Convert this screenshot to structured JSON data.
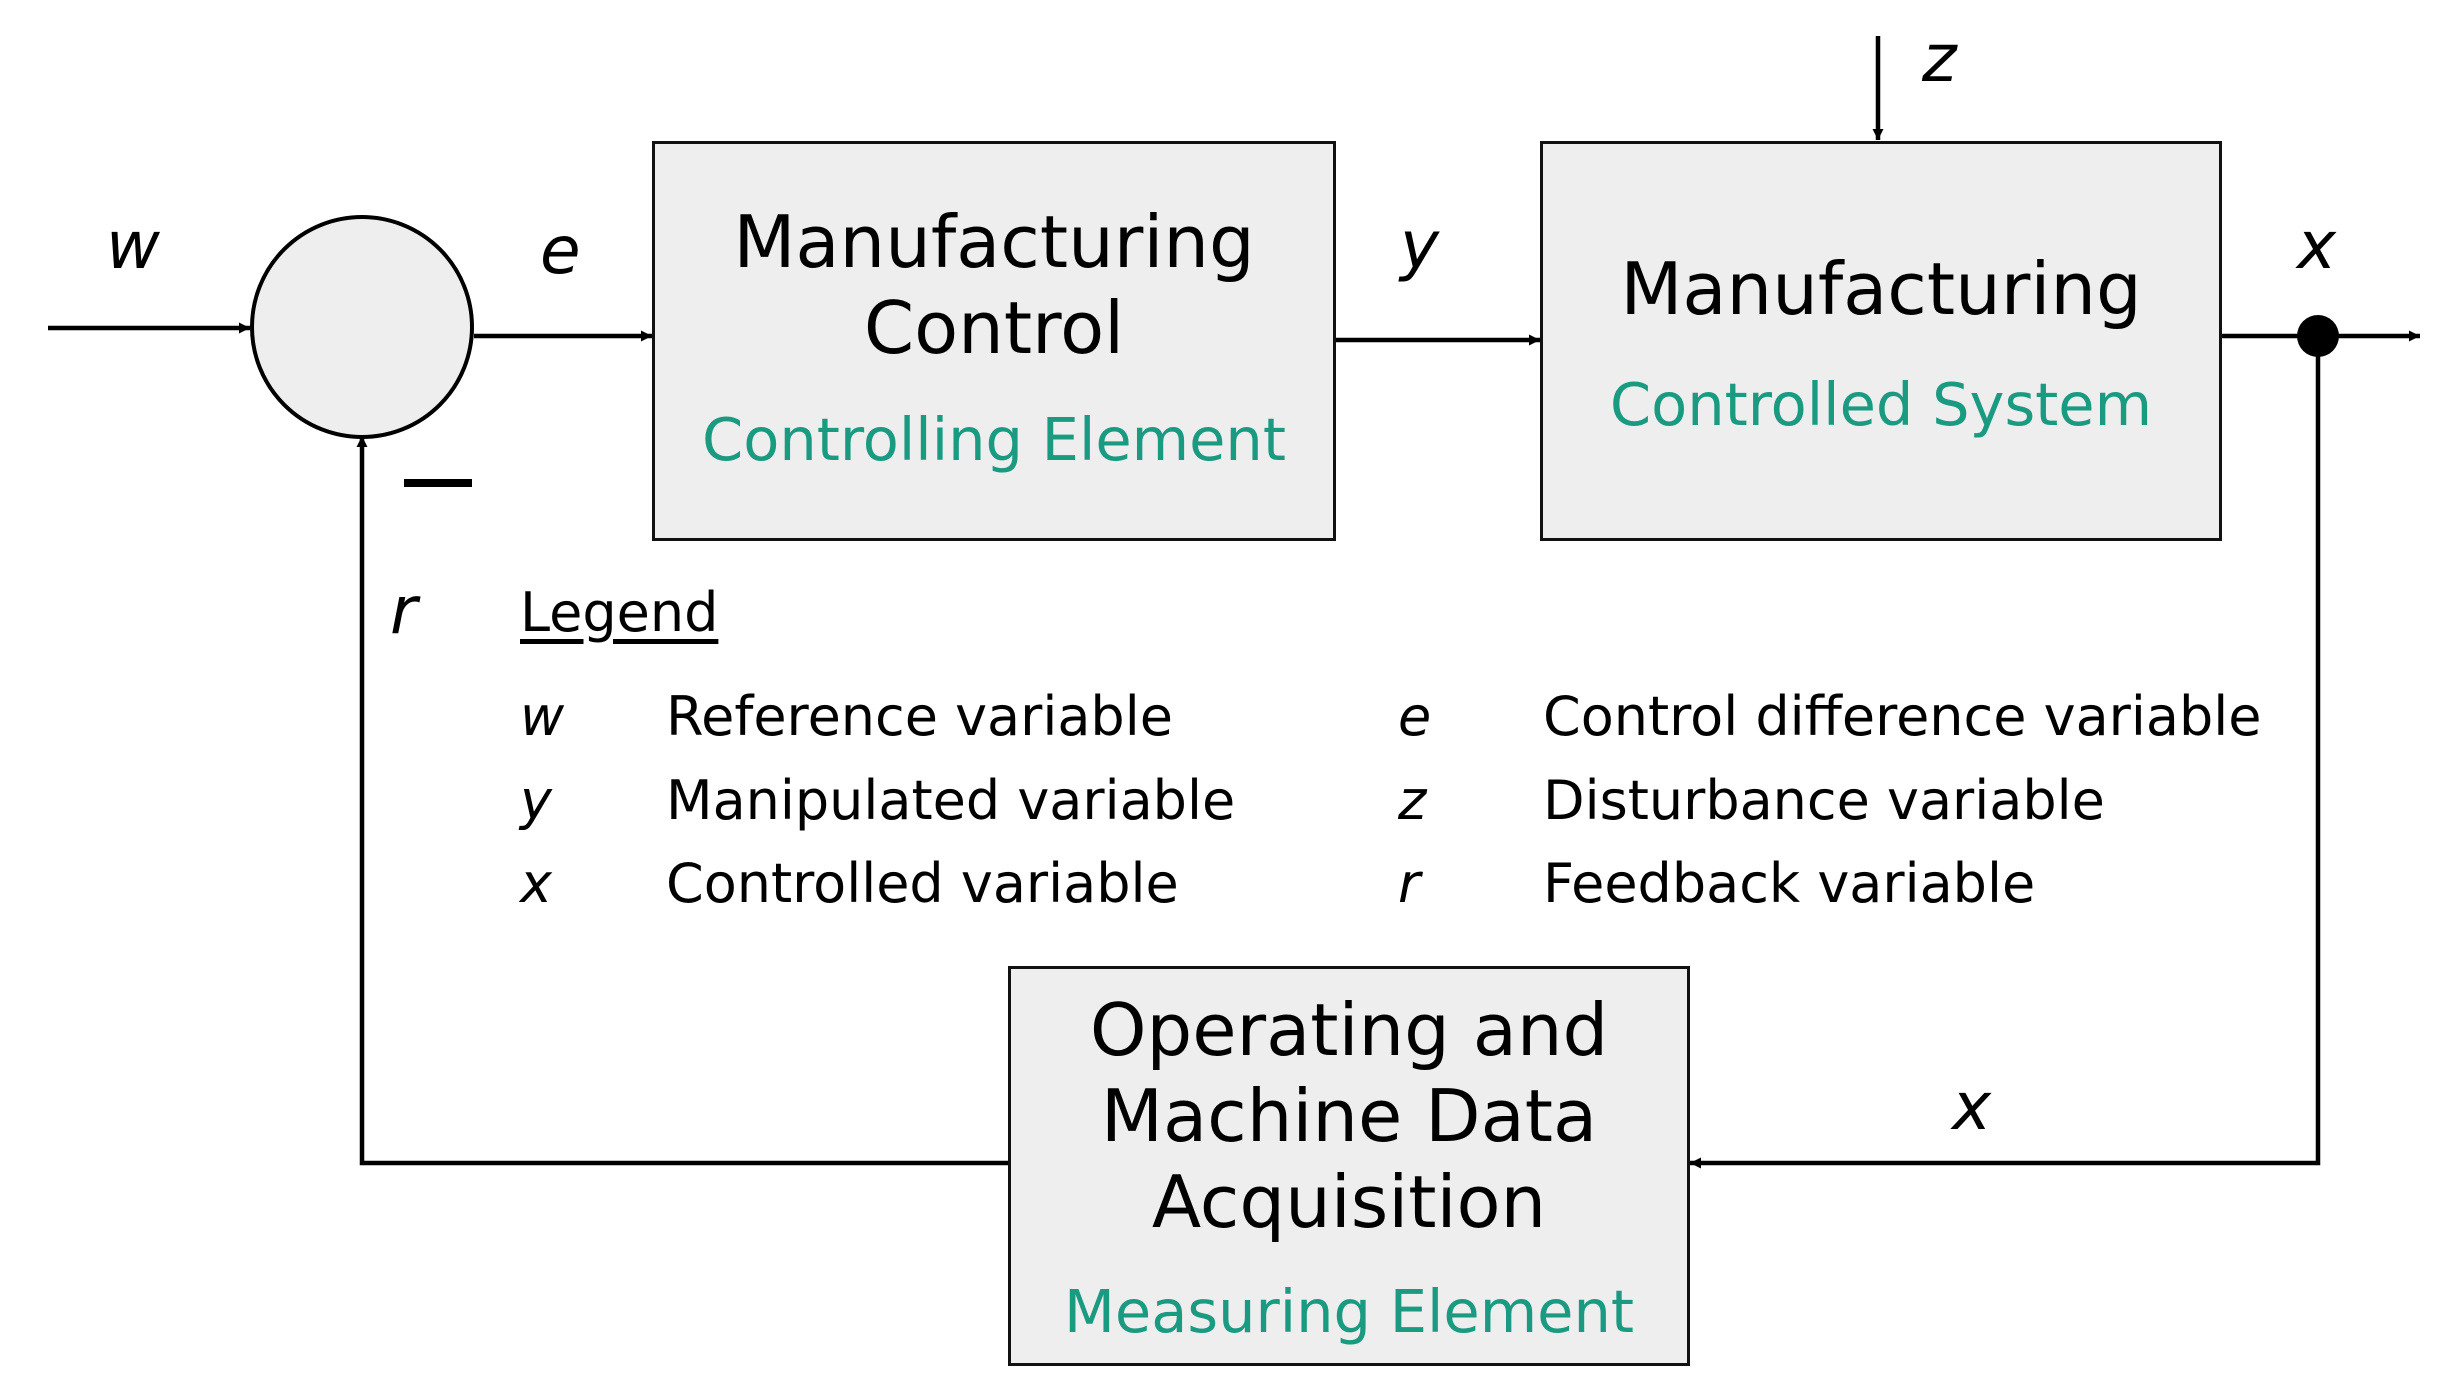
{
  "colors": {
    "box_fill": "#eeeeee",
    "accent_text": "#1a9a80",
    "stroke": "#000000"
  },
  "blocks": {
    "controller": {
      "title_line1": "Manufacturing",
      "title_line2": "Control",
      "role": "Controlling Element"
    },
    "plant": {
      "title": "Manufacturing",
      "role": "Controlled System"
    },
    "sensor": {
      "title_line1": "Operating and",
      "title_line2": "Machine Data",
      "title_line3": "Acquisition",
      "role": "Measuring Element"
    }
  },
  "signals": {
    "w": "w",
    "e": "e",
    "y": "y",
    "z": "z",
    "x_out": "x",
    "x_feedback": "x",
    "r": "r"
  },
  "summing_junction": {
    "feedback_sign": "–"
  },
  "legend": {
    "title": "Legend",
    "items": [
      {
        "symbol": "w",
        "label": "Reference variable"
      },
      {
        "symbol": "e",
        "label": "Control difference variable"
      },
      {
        "symbol": "y",
        "label": "Manipulated variable"
      },
      {
        "symbol": "z",
        "label": "Disturbance variable"
      },
      {
        "symbol": "x",
        "label": "Controlled variable"
      },
      {
        "symbol": "r",
        "label": "Feedback variable"
      }
    ]
  }
}
